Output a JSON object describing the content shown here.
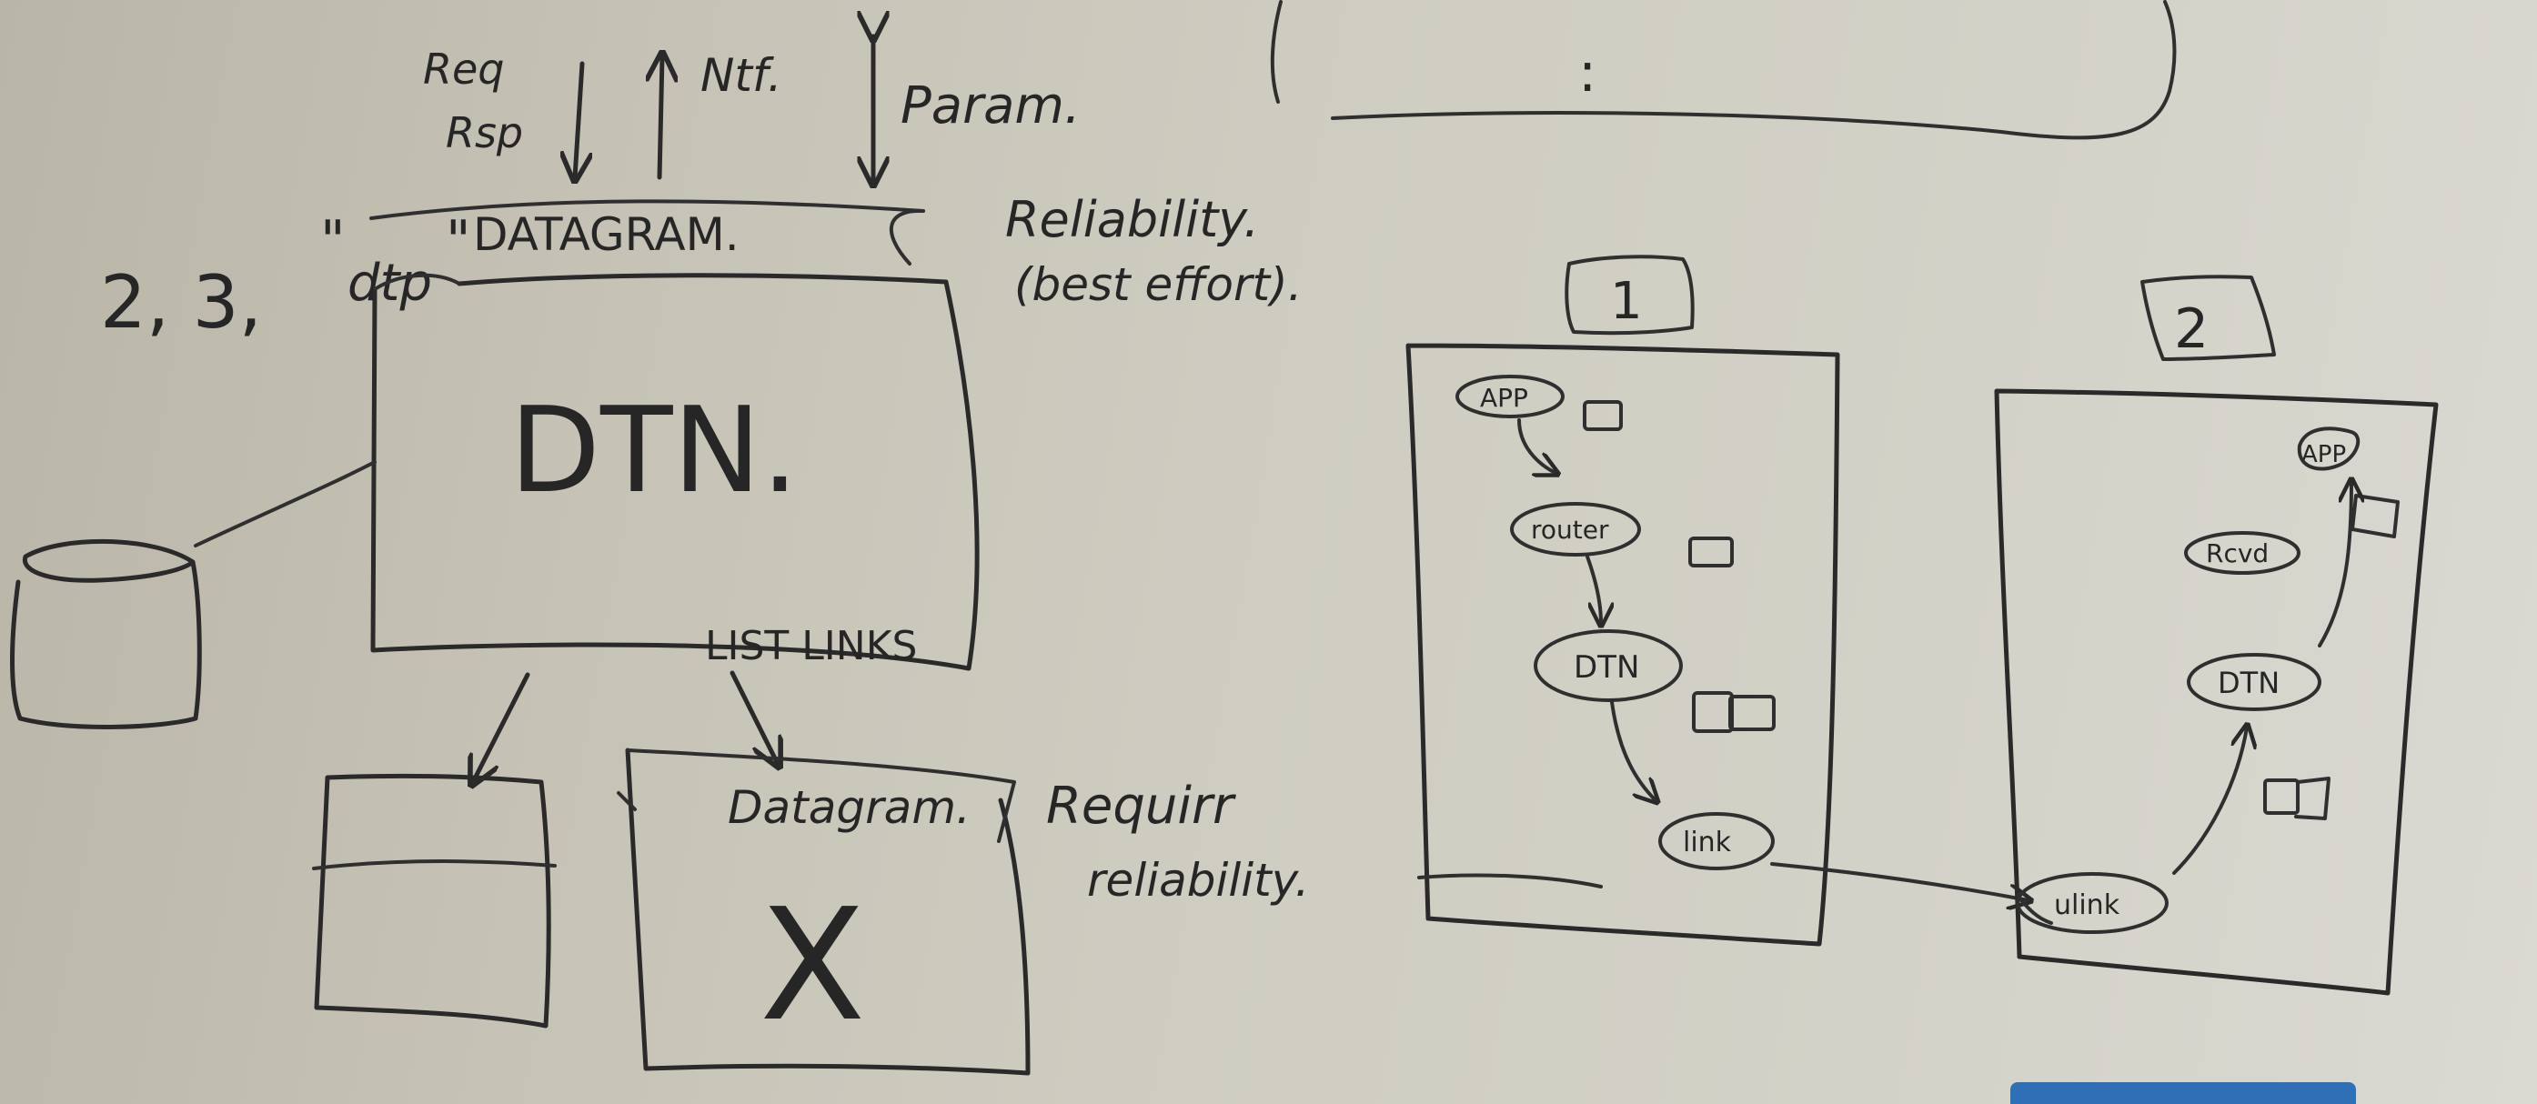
{
  "labels": {
    "req": "Req",
    "rsp": "Rsp",
    "ntf": "Ntf.",
    "param": "Param.",
    "datagram_top": "DATAGRAM.",
    "quote_open": "\"",
    "quote_close": "\"",
    "dtp": "dtp",
    "numbers": "2, 3,",
    "reliability": "Reliability.",
    "best_effort": "(best effort).",
    "dtn_main": "DTN.",
    "list_links": "LIST LINKS",
    "datagram_bottom": "Datagram.",
    "require": "Requirr",
    "reliability_req": "reliability.",
    "x_mark": "X",
    "box1": "1",
    "box2": "2",
    "n1_app": "APP",
    "n1_router": "router",
    "n1_dtn": "DTN",
    "n1_link": "link",
    "n2_app": "APP",
    "n2_rcvd": "Rcvd",
    "n2_dtn": "DTN",
    "n2_link": "ulink",
    "vertical_dots": ":"
  },
  "colors": {
    "ink": "#262626",
    "board": "#cfcdc1",
    "eraser": "#2f6fb6"
  }
}
